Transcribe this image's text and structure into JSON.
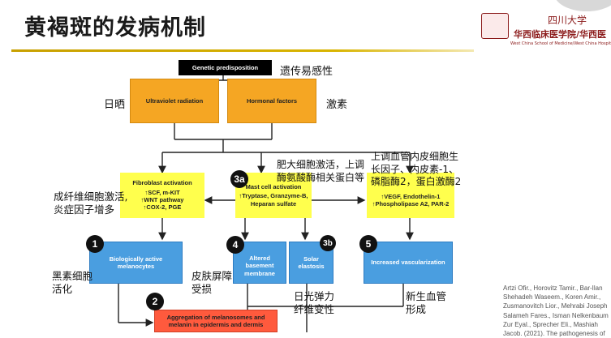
{
  "slide": {
    "title": "黄褐斑的发病机制",
    "accent_color": "#c8a000"
  },
  "logo": {
    "line1": "四川大学",
    "line2": "华西临床医学院/华西医",
    "line3": "West China School of Medicine/West China Hospital, Si"
  },
  "diagram": {
    "genetic": "Genetic predisposition",
    "genetic_zh": "遗传易感性",
    "uv": "Ultraviolet radiation",
    "uv_zh": "日晒",
    "hormonal": "Hormonal factors",
    "hormonal_zh": "激素",
    "fibro": {
      "title": "Fibroblast activation",
      "l1": "↑SCF, m-KIT",
      "l2": "↑WNT pathway",
      "l3": "↑COX-2, PGE"
    },
    "fibro_zh": [
      "成纤维细胞激活,",
      "炎症因子增多"
    ],
    "mast": {
      "badge": "3a",
      "title": "Mast cell activation",
      "l1": "↑Tryptase, Granzyme-B,",
      "l2": "Heparan sulfate"
    },
    "mast_zh": [
      "肥大细胞激活，上调",
      "酶氨酸酶相关蛋白等"
    ],
    "vegf": {
      "l1": "↑VEGF, Endothelin-1",
      "l2": "↑Phospholipase A2, PAR-2"
    },
    "vegf_zh": [
      "上调血管内皮细胞生",
      "长因子、内皮素-1、",
      "磷脂酶2，蛋白激酶2"
    ],
    "melano": {
      "badge": "1",
      "label": "Biologically active melanocytes"
    },
    "melano_zh": [
      "黑素细胞",
      "活化"
    ],
    "basement": {
      "badge": "4",
      "label": "Altered basement membrane"
    },
    "basement_zh": [
      "皮肤屏障",
      "受损"
    ],
    "elastosis": {
      "badge": "3b",
      "label": "Solar elastosis"
    },
    "elastosis_zh": [
      "日光弹力",
      "纤维变性"
    ],
    "vasc": {
      "badge": "5",
      "label": "Increased vascularization"
    },
    "vasc_zh": [
      "新生血管",
      "形成"
    ],
    "aggregation": {
      "badge": "2",
      "label": "Aggregation of melanosomes and melanin in epidermis and dermis"
    }
  },
  "reference": [
    "Artzi Ofir., Horovitz Tamir., Bar-Ilan",
    "Shehadeh Waseem., Koren Amir.,",
    "Zusmanovitch Lior., Mehrabi Joseph",
    "Salameh Fares., Isman Nelkenbaum",
    "Zur Eyal., Sprecher Eli., Mashiah",
    "Jacob. (2021). The pathogenesis of"
  ]
}
